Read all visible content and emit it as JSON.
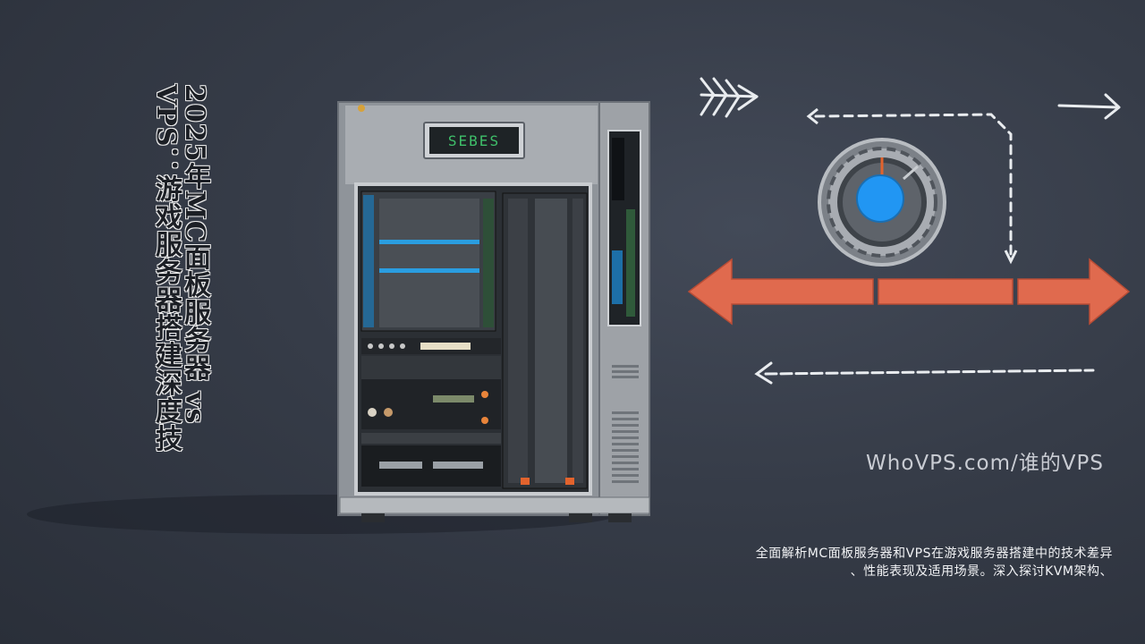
{
  "title": {
    "line1": "2025年MC面板服务器 vs",
    "line2": "VPS：游戏服务器搭建深度技"
  },
  "server": {
    "display_text": "SEBES"
  },
  "brand": "WhoVPS.com/谁的VPS",
  "description": {
    "line1": "全面解析MC面板服务器和VPS在游戏服务器搭建中的技术差异",
    "line2": "、性能表现及适用场景。深入探讨KVM架构、"
  },
  "icons": [
    "server-rack-icon",
    "dial-knob-icon",
    "double-arrow-icon",
    "dashed-arrow-icon",
    "chevron-arrows-icon"
  ],
  "colors": {
    "background": "#363c48",
    "arrow": "#e06a4e",
    "knob_accent": "#2196f3",
    "display_text": "#3fbf6a"
  }
}
